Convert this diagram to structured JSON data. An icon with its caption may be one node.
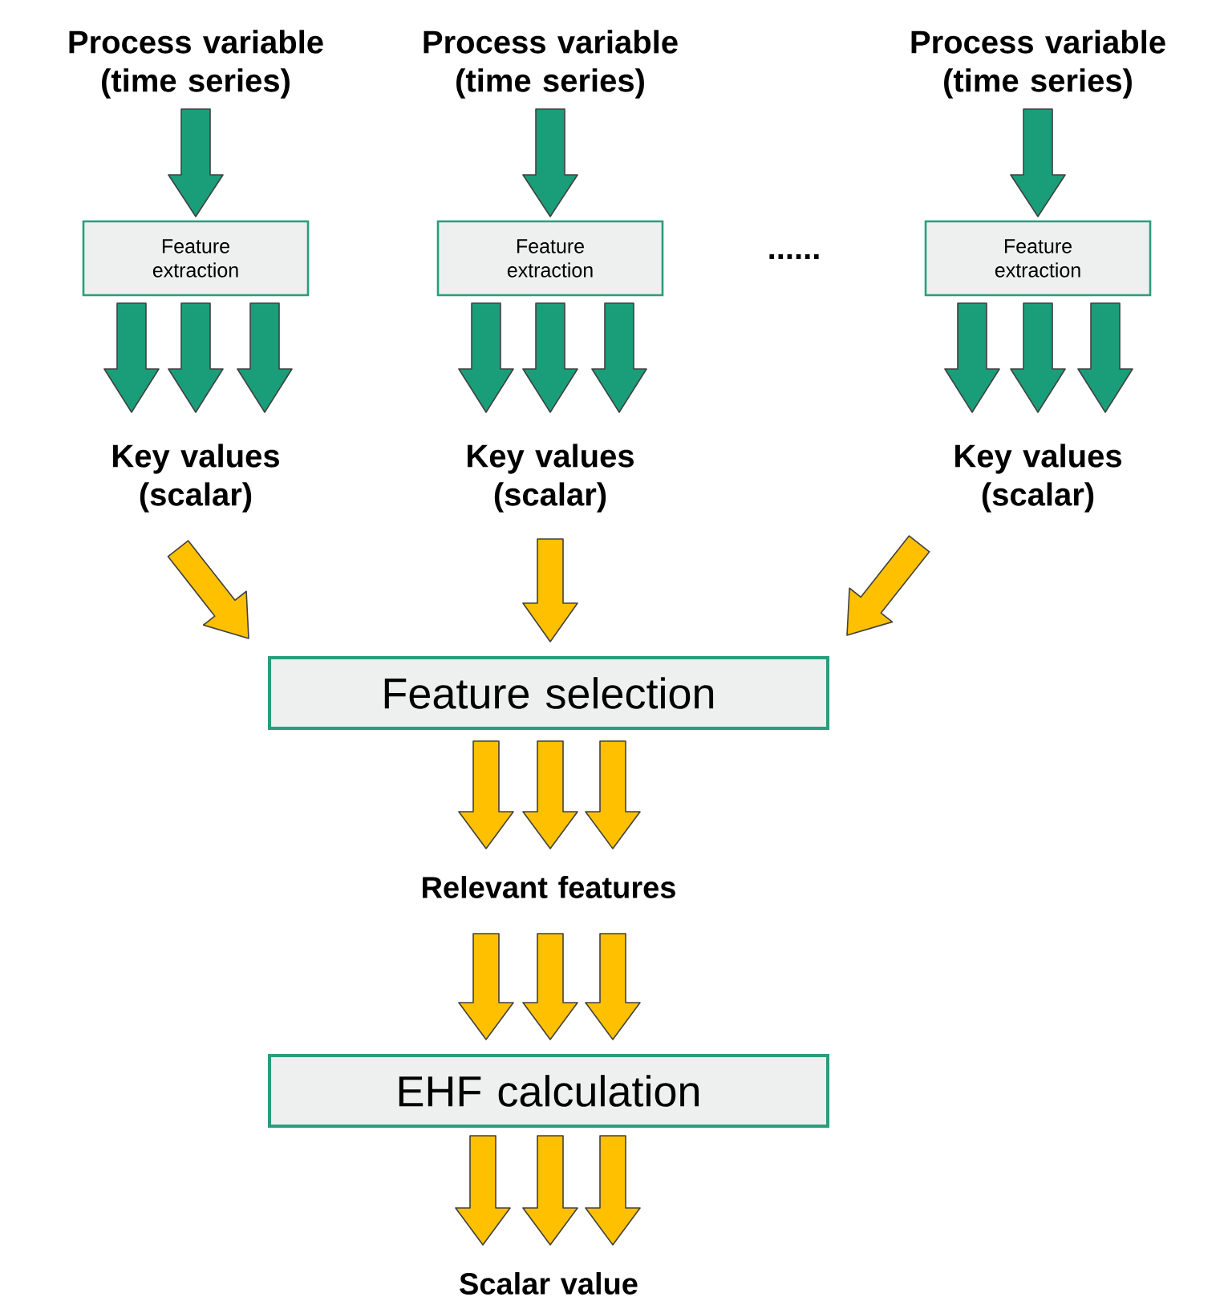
{
  "diagram": {
    "nodes": [
      {
        "text": [
          "Process variable (time series)"
        ]
      },
      {
        "text": [
          "Feature extraction"
        ]
      },
      {
        "text": [
          "Key values (scalar)"
        ]
      },
      {
        "text": [
          "Process variable (time series)"
        ]
      },
      {
        "text": [
          "Feature extraction"
        ]
      },
      {
        "text": [
          "Key values (scalar)"
        ]
      },
      {
        "text": [
          "Process variable (time series)"
        ]
      },
      {
        "text": [
          "Feature extraction"
        ]
      },
      {
        "text": [
          "Key values (scalar)"
        ]
      },
      {
        "text": [
          "Feature selection"
        ]
      },
      {
        "text": [
          "Relevant features"
        ]
      },
      {
        "text": [
          "EHF calculation"
        ]
      },
      {
        "text": [
          "Scalar value"
        ]
      }
    ],
    "edges": [
      {
        "from": 0,
        "to": 1,
        "arrow": "to",
        "color": "#1a9e7a"
      },
      {
        "from": 1,
        "to": 2,
        "arrow": "to",
        "color": "#1a9e7a"
      },
      {
        "from": 1,
        "to": 2,
        "arrow": "to",
        "color": "#1a9e7a"
      },
      {
        "from": 1,
        "to": 2,
        "arrow": "to",
        "color": "#1a9e7a"
      },
      {
        "from": 3,
        "to": 4,
        "arrow": "to",
        "color": "#1a9e7a"
      },
      {
        "from": 4,
        "to": 5,
        "arrow": "to",
        "color": "#1a9e7a"
      },
      {
        "from": 4,
        "to": 5,
        "arrow": "to",
        "color": "#1a9e7a"
      },
      {
        "from": 4,
        "to": 5,
        "arrow": "to",
        "color": "#1a9e7a"
      },
      {
        "from": 6,
        "to": 7,
        "arrow": "to",
        "color": "#1a9e7a"
      },
      {
        "from": 7,
        "to": 8,
        "arrow": "to",
        "color": "#1a9e7a"
      },
      {
        "from": 7,
        "to": 8,
        "arrow": "to",
        "color": "#1a9e7a"
      },
      {
        "from": 7,
        "to": 8,
        "arrow": "to",
        "color": "#1a9e7a"
      },
      {
        "from": 2,
        "to": 9,
        "arrow": "to",
        "color": "#ffc000"
      },
      {
        "from": 5,
        "to": 9,
        "arrow": "to",
        "color": "#ffc000"
      },
      {
        "from": 8,
        "to": 9,
        "arrow": "to",
        "color": "#ffc000"
      },
      {
        "from": 9,
        "to": 10,
        "arrow": "to",
        "color": "#ffc000"
      },
      {
        "from": 9,
        "to": 10,
        "arrow": "to",
        "color": "#ffc000"
      },
      {
        "from": 9,
        "to": 10,
        "arrow": "to",
        "color": "#ffc000"
      },
      {
        "from": 10,
        "to": 11,
        "arrow": "to",
        "color": "#ffc000"
      },
      {
        "from": 10,
        "to": 11,
        "arrow": "to",
        "color": "#ffc000"
      },
      {
        "from": 10,
        "to": 11,
        "arrow": "to",
        "color": "#ffc000"
      },
      {
        "from": 11,
        "to": 12,
        "arrow": "to",
        "color": "#ffc000"
      },
      {
        "from": 11,
        "to": 12,
        "arrow": "to",
        "color": "#ffc000"
      },
      {
        "from": 11,
        "to": 12,
        "arrow": "to",
        "color": "#ffc000"
      }
    ],
    "labels": [
      "......"
    ]
  }
}
